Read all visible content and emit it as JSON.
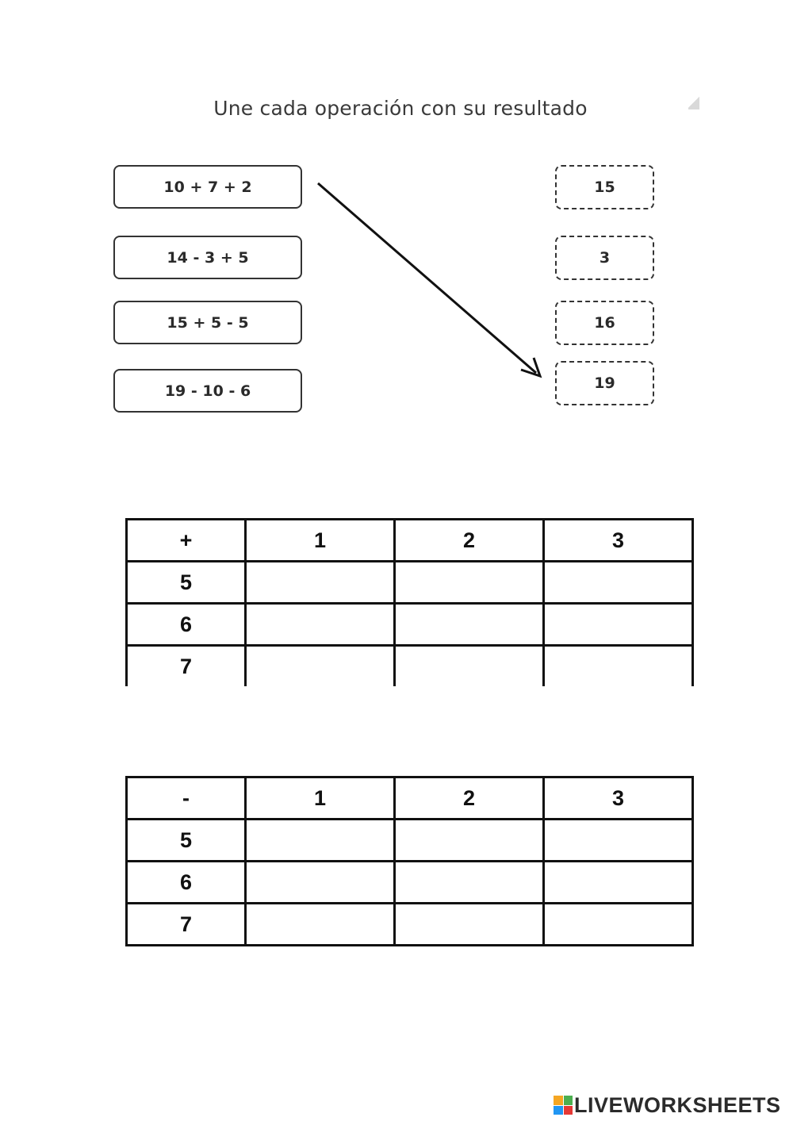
{
  "title": "Une cada operación con su resultado",
  "operations": [
    "10 + 7 + 2",
    "14 - 3 + 5",
    "15 + 5 - 5",
    "19 - 10 - 6"
  ],
  "results": [
    "15",
    "3",
    "16",
    "19"
  ],
  "addition_table": {
    "header": [
      "+",
      "1",
      "2",
      "3"
    ],
    "rows": [
      "5",
      "6",
      "7"
    ]
  },
  "subtraction_table": {
    "header": [
      "-",
      "1",
      "2",
      "3"
    ],
    "rows": [
      "5",
      "6",
      "7"
    ]
  },
  "brand": {
    "text": "LIVEWORKSHEETS",
    "logo_colors": [
      "#f5a623",
      "#4caf50",
      "#2196f3",
      "#e53935"
    ]
  }
}
